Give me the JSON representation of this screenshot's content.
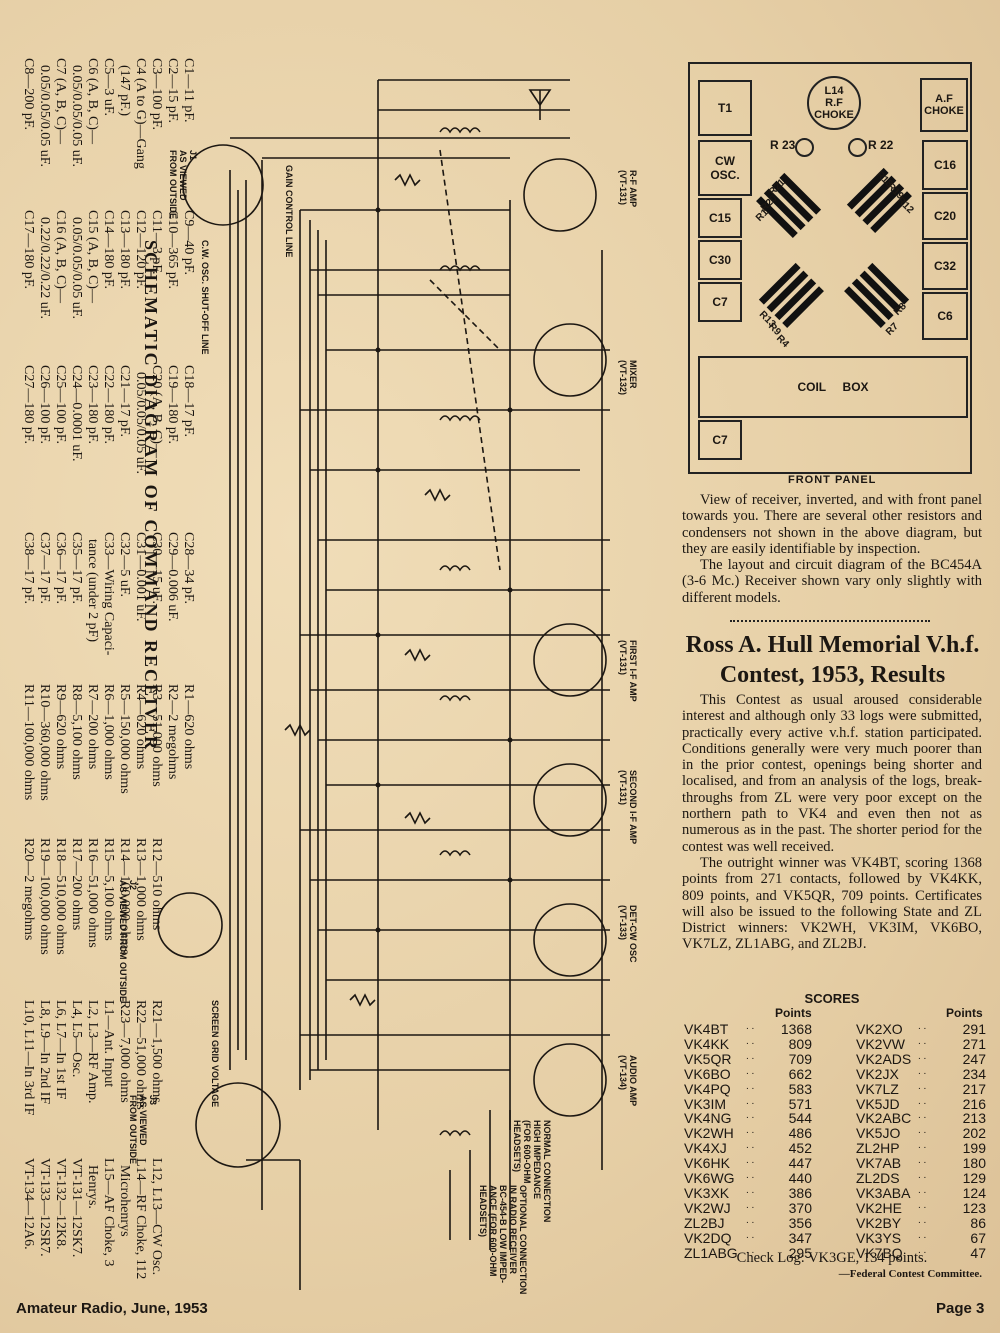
{
  "schematic": {
    "title": "SCHEMATIC DIAGRAM OF COMMAND RECEIVER",
    "cap_col1": "C1—11 pF.\nC2—15 pF.\nC3—100 pF.\nC4 (A to G)—Gang\n  (147 pF.)\nC5—3 uF.\nC6 (A, B, C)—\n  0.05/0.05/0.05 uF.\nC7 (A, B, C)—\n  0.05/0.05/0.05 uF.\nC8—200 pF.",
    "cap_col2": "C9—40 pF.\nC10—365 pF.\nC11—3 pF.\nC12—120 pF.\nC13—180 pF.\nC14—180 pF.\nC15 (A, B, C)—\n  0.05/0.05/0.05 uF.\nC16 (A, B, C)—\n  0.22/0.22/0.22 uF.\nC17—180 pF.",
    "cap_col3": "C18—17 pF.\nC19—180 pF.\nC20 (A, B, C)—\n  0.05/0.05/0.05 uF.\nC21—17 pF.\nC22—180 pF.\nC23—180 pF.\nC24—0.0001 uF.\nC25—100 pF.\nC26—100 pF.\nC27—180 pF.",
    "cap_col4": "C28—34 pF.\nC29—0.006 uF.\nC30—15 uF.\nC31—0.001 uF.\nC32—5 uF.\nC33—Wiring Capaci-\n  tance (under 2 pF)\nC35—17 pF.\nC36—17 pF.\nC37—17 pF.\nC38—17 pF.",
    "res_col1": "R1—620 ohms\nR2—2 megohms\nR3—51,000 ohms\nR4—620 ohms\nR5—150,000 ohms\nR6—1,000 ohms\nR7—200 ohms\nR8—5,100 ohms\nR9—620 ohms\nR10—360,000 ohms\nR11—100,000 ohms",
    "res_col2": "R12—510 ohms\nR13—1,000 ohms\nR14—100,000 ohms\nR15—5,100 ohms\nR16—51,000 ohms\nR17—200 ohms\nR18—510,000 ohms\nR19—100,000 ohms\nR20—2 megohms",
    "res_col3": "R21—1,500 ohms\nR22—51,000 ohms\nR23—7,000 ohms\nL1—Ant. Input\nL2, L3—RF Amp.\nL4, L5—Osc.\nL6, L7—In 1st IF\nL8, L9—In 2nd IF\nL10, L11—In 3rd IF",
    "res_col4": "L12, L13—CW Osc.\nL14—RF Choke, 112\n  Microhenrys\nL15—AF Choke, 3\n  Henrys.\nVT-131—12SK7.\nVT-132—12K8.\nVT-133—12SR7.\nVT-134—12A6.",
    "labels": {
      "j1": "J1\nAS VIEWED\nFROM OUTSIDE",
      "j2": "J2\nAS VIEWED FROM OUTSIDE",
      "j3": "J3\nAS VIEWED\nFROM OUTSIDE",
      "gain": "GAIN CONTROL LINE",
      "cwshut": "C.W. OSC. SHUT-OFF LINE",
      "screen": "SCREEN GRID VOLTAGE",
      "rfamp": "R-F AMP\n(VT-131)",
      "mixer": "MIXER\n(VT-132)",
      "if1": "FIRST I-F AMP\n(VT-131)",
      "if2": "SECOND I-F AMP\n(VT-131)",
      "det": "DET-CW OSC\n(VT-133)",
      "audio": "AUDIO AMP\n(VT-134)",
      "normal": "NORMAL CONNECTION\nHIGH IMPEDANCE\n(FOR 600-OHM\nHEADSETS)",
      "optional": "OPTIONAL CONNECTION\nIN RADIO RECEIVER\nBC-454-B LOW IMPED-\nANCE (FOR 600-OHM\nHEADSETS)"
    }
  },
  "front_panel": {
    "components": [
      "T1",
      "L14\nR.F\nCHOKE",
      "A.F\nCHOKE",
      "R 23",
      "R 22",
      "CW\nOSC.",
      "C16",
      "C15",
      "C20",
      "C30",
      "C32",
      "C7",
      "C6",
      "COIL     BOX",
      "C7"
    ],
    "resistor_labels": [
      "R21",
      "R18",
      "R19",
      "R20",
      "R1",
      "R12",
      "R13",
      "R9",
      "R4",
      "R8",
      "R7"
    ],
    "label": "FRONT  PANEL"
  },
  "view_caption": {
    "p1": "View of receiver, inverted, and with front panel towards you. There are several other resistors and condensers not shown in the above diagram, but they are easily identifiable by inspection.",
    "p2": "The layout and circuit diagram of the BC454A (3-6 Mc.) Receiver shown vary only slightly with different models."
  },
  "article": {
    "title": "Ross A. Hull Memorial V.h.f. Contest, 1953, Results",
    "p1": "This Contest as usual aroused considerable interest and although only 33 logs were submitted, practically every active v.h.f. station participated. Conditions generally were very much poorer than in the prior contest, openings being shorter and localised, and from an analysis of the logs, break-throughs from ZL were very poor except on the northern path to VK4 and even then not as numerous as in the past. The shorter period for the contest was well received.",
    "p2": "The outright winner was VK4BT, scoring 1368 points from 271 contacts, followed by VK4KK, 809 points, and VK5QR, 709 points. Certificates will also be issued to the following State and ZL District winners: VK2WH, VK3IM, VK6BO, VK7LZ, ZL1ABG, and ZL2BJ.",
    "scores_title": "SCORES",
    "points_header": "Points",
    "left_scores": [
      {
        "call": "VK4BT",
        "pts": "1368"
      },
      {
        "call": "VK4KK",
        "pts": "809"
      },
      {
        "call": "VK5QR",
        "pts": "709"
      },
      {
        "call": "VK6BO",
        "pts": "662"
      },
      {
        "call": "VK4PQ",
        "pts": "583"
      },
      {
        "call": "VK3IM",
        "pts": "571"
      },
      {
        "call": "VK4NG",
        "pts": "544"
      },
      {
        "call": "VK2WH",
        "pts": "486"
      },
      {
        "call": "VK4XJ",
        "pts": "452"
      },
      {
        "call": "VK6HK",
        "pts": "447"
      },
      {
        "call": "VK6WG",
        "pts": "440"
      },
      {
        "call": "VK3XK",
        "pts": "386"
      },
      {
        "call": "VK2WJ",
        "pts": "370"
      },
      {
        "call": "ZL2BJ",
        "pts": "356"
      },
      {
        "call": "VK2DQ",
        "pts": "347"
      },
      {
        "call": "ZL1ABG",
        "pts": "295"
      }
    ],
    "right_scores": [
      {
        "call": "VK2XO",
        "pts": "291"
      },
      {
        "call": "VK2VW",
        "pts": "271"
      },
      {
        "call": "VK2ADS",
        "pts": "247"
      },
      {
        "call": "VK2JX",
        "pts": "234"
      },
      {
        "call": "VK7LZ",
        "pts": "217"
      },
      {
        "call": "VK5JD",
        "pts": "216"
      },
      {
        "call": "VK2ABC",
        "pts": "213"
      },
      {
        "call": "VK5JO",
        "pts": "202"
      },
      {
        "call": "ZL2HP",
        "pts": "199"
      },
      {
        "call": "VK7AB",
        "pts": "180"
      },
      {
        "call": "ZL2DS",
        "pts": "129"
      },
      {
        "call": "VK3ABA",
        "pts": "124"
      },
      {
        "call": "VK2HE",
        "pts": "123"
      },
      {
        "call": "VK2BY",
        "pts": "86"
      },
      {
        "call": "VK3YS",
        "pts": "67"
      },
      {
        "call": "VK7BQ",
        "pts": "47"
      }
    ],
    "check_log": "Check Log: VK3GE, 134 points.",
    "committee": "—Federal Contest Committee."
  },
  "footer": {
    "left": "Amateur Radio, June, 1953",
    "right": "Page 3"
  },
  "colors": {
    "paper": "#e9d4ae",
    "ink": "#1c1712"
  }
}
